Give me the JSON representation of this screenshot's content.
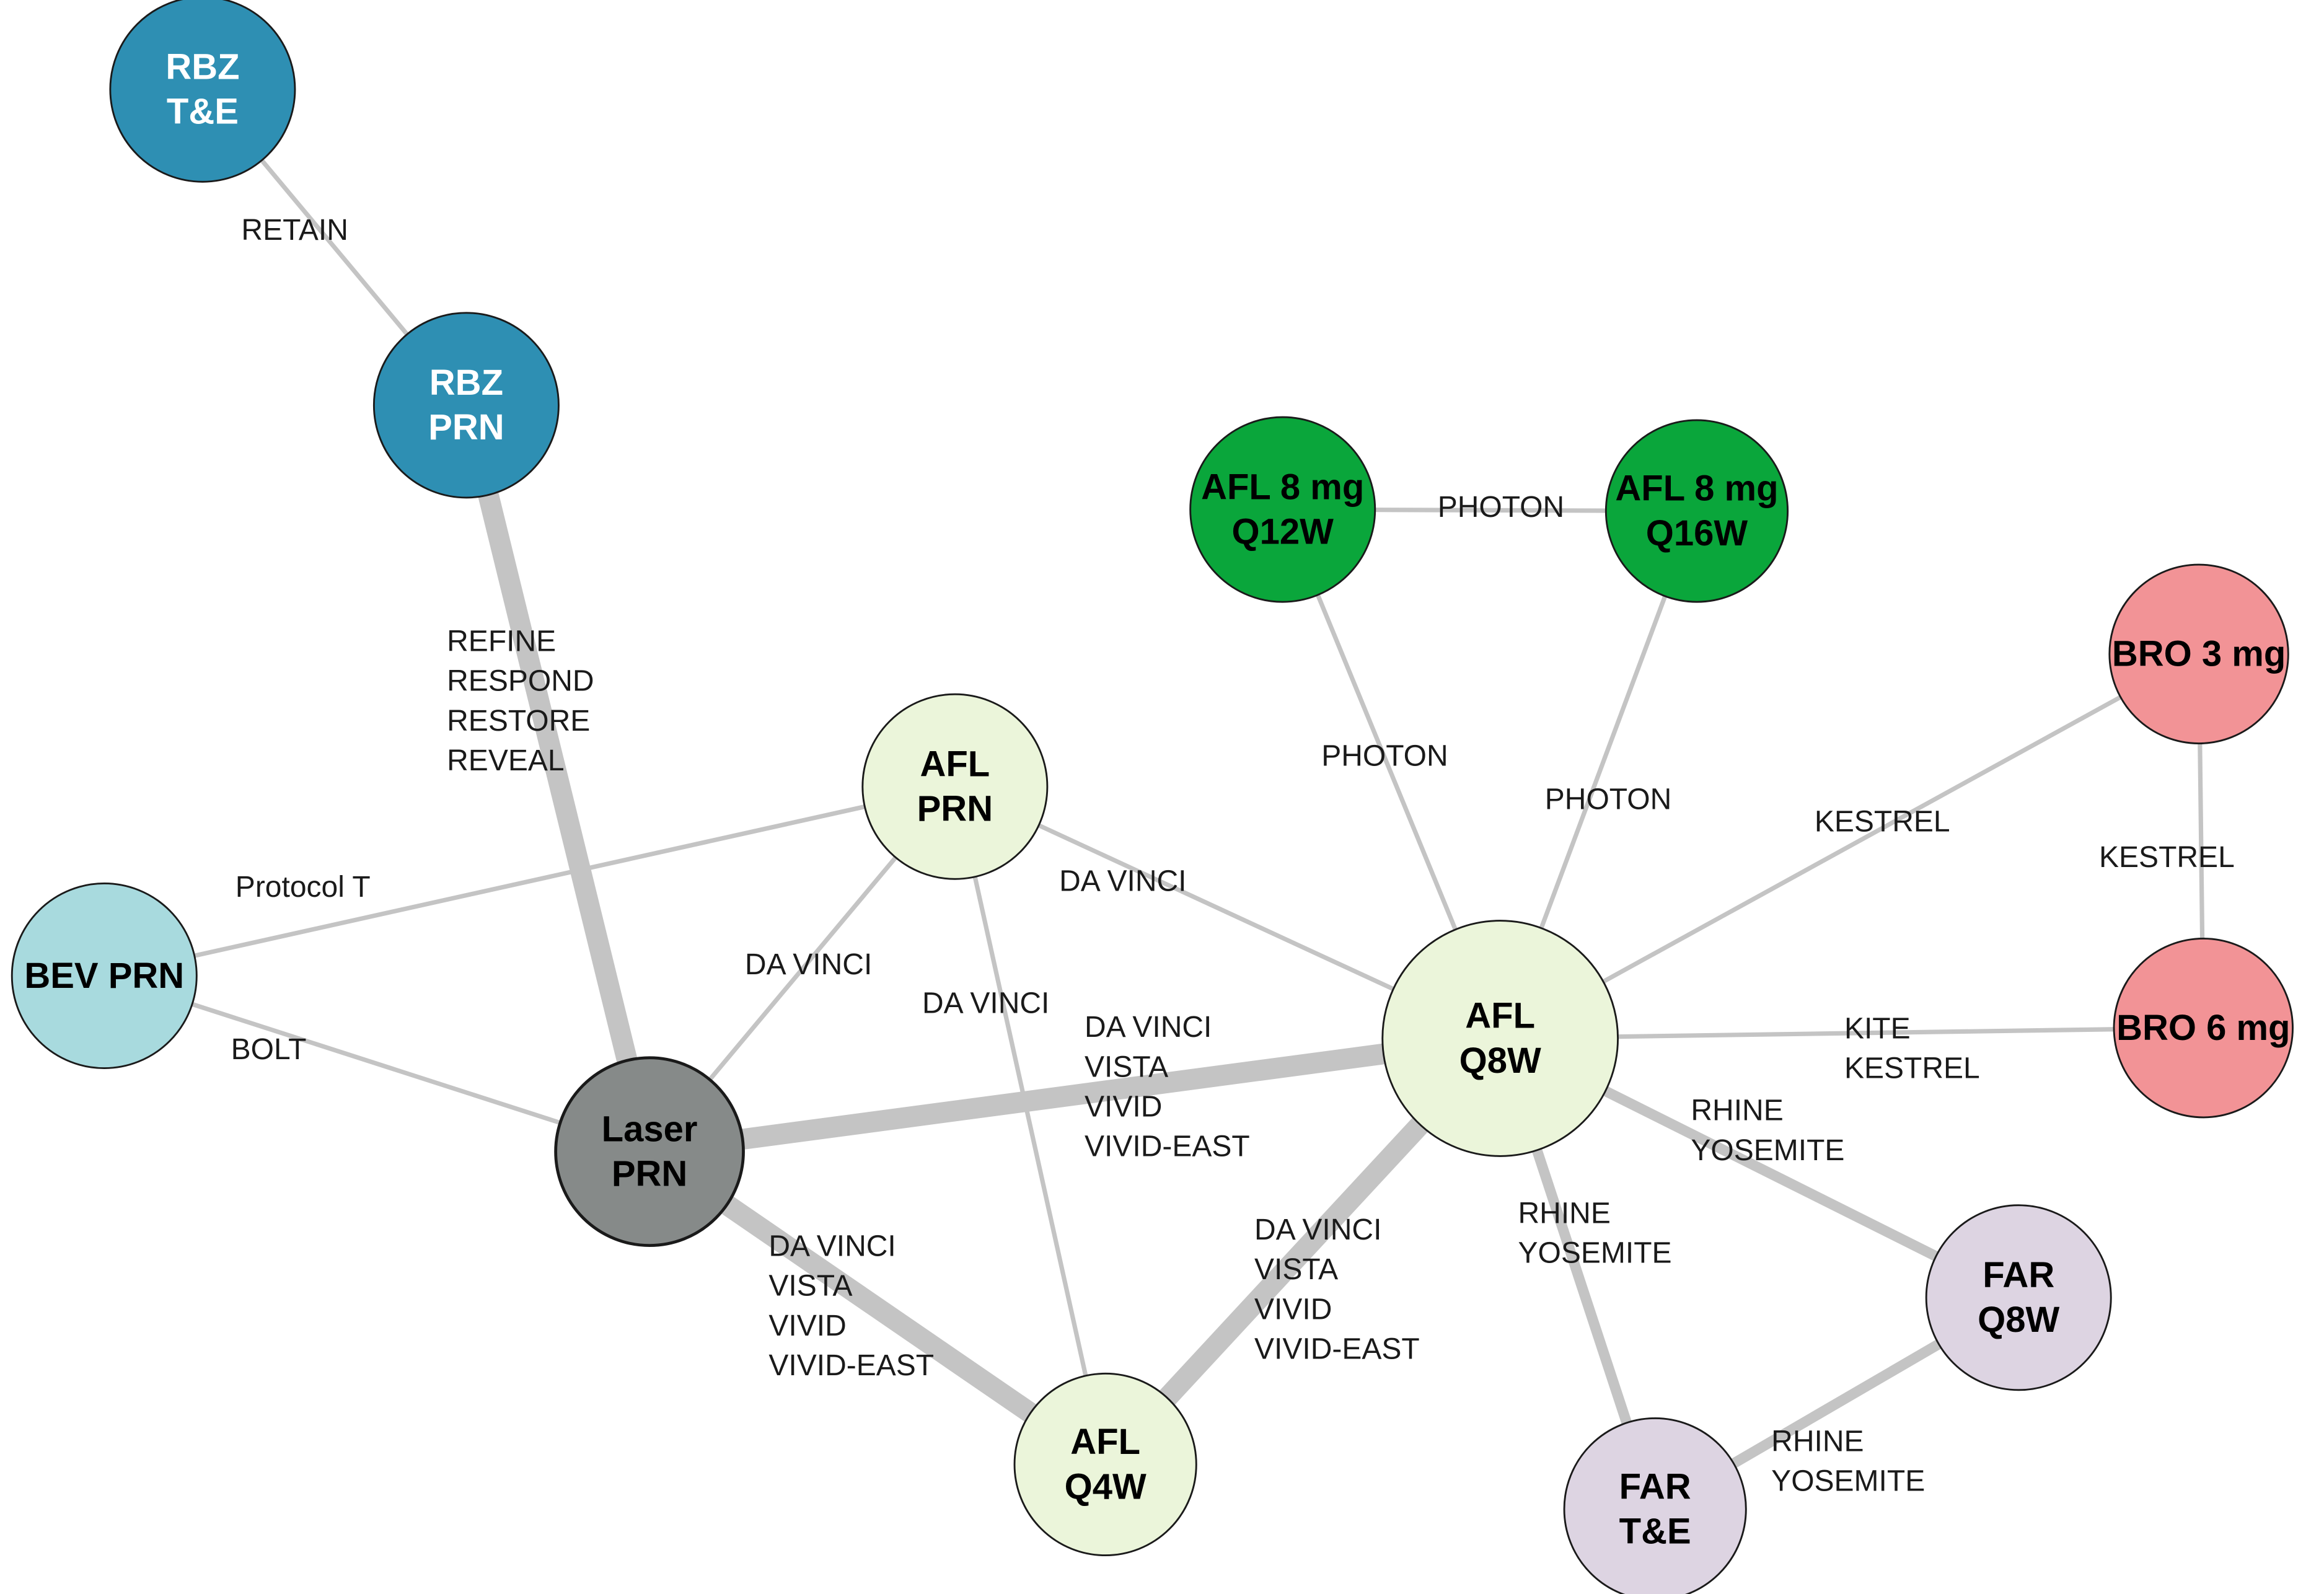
{
  "nodes": [
    {
      "id": "rbz-te",
      "lines": [
        "RBZ",
        "T&E"
      ],
      "fill": "#2e8fb3",
      "text": "#ffffff"
    },
    {
      "id": "rbz-prn",
      "lines": [
        "RBZ",
        "PRN"
      ],
      "fill": "#2e8fb3",
      "text": "#ffffff"
    },
    {
      "id": "bev-prn",
      "lines": [
        "BEV PRN"
      ],
      "fill": "#a8dade",
      "text": "#000000"
    },
    {
      "id": "laser-prn",
      "lines": [
        "Laser",
        "PRN"
      ],
      "fill": "#868a89",
      "text": "#000000"
    },
    {
      "id": "afl-prn",
      "lines": [
        "AFL",
        "PRN"
      ],
      "fill": "#ebf5da",
      "text": "#000000"
    },
    {
      "id": "afl-q4w",
      "lines": [
        "AFL",
        "Q4W"
      ],
      "fill": "#ebf5da",
      "text": "#000000"
    },
    {
      "id": "afl-q8w",
      "lines": [
        "AFL",
        "Q8W"
      ],
      "fill": "#ebf5da",
      "text": "#000000"
    },
    {
      "id": "afl8-q12w",
      "lines": [
        "AFL 8 mg",
        "Q12W"
      ],
      "fill": "#0aa63b",
      "text": "#000000"
    },
    {
      "id": "afl8-q16w",
      "lines": [
        "AFL 8 mg",
        "Q16W"
      ],
      "fill": "#0aa63b",
      "text": "#000000"
    },
    {
      "id": "bro-3mg",
      "lines": [
        "BRO 3 mg"
      ],
      "fill": "#f29396",
      "text": "#000000"
    },
    {
      "id": "bro-6mg",
      "lines": [
        "BRO 6 mg"
      ],
      "fill": "#f29396",
      "text": "#000000"
    },
    {
      "id": "far-q8w",
      "lines": [
        "FAR",
        "Q8W"
      ],
      "fill": "#ddd4e2",
      "text": "#000000"
    },
    {
      "id": "far-te",
      "lines": [
        "FAR",
        "T&E"
      ],
      "fill": "#ddd4e2",
      "text": "#000000"
    }
  ],
  "edges": [
    {
      "from": "rbz-te",
      "to": "rbz-prn",
      "trials": [
        "RETAIN"
      ]
    },
    {
      "from": "rbz-prn",
      "to": "laser-prn",
      "trials": [
        "REFINE",
        "RESPOND",
        "RESTORE",
        "REVEAL"
      ]
    },
    {
      "from": "bev-prn",
      "to": "afl-prn",
      "trials": [
        "Protocol T"
      ]
    },
    {
      "from": "bev-prn",
      "to": "laser-prn",
      "trials": [
        "BOLT"
      ]
    },
    {
      "from": "afl-prn",
      "to": "laser-prn",
      "trials": [
        "DA VINCI"
      ]
    },
    {
      "from": "afl-prn",
      "to": "afl-q4w",
      "trials": [
        "DA VINCI"
      ]
    },
    {
      "from": "afl-prn",
      "to": "afl-q8w",
      "trials": [
        "DA VINCI"
      ]
    },
    {
      "from": "laser-prn",
      "to": "afl-q8w",
      "trials": [
        "DA VINCI",
        "VISTA",
        "VIVID",
        "VIVID-EAST"
      ]
    },
    {
      "from": "laser-prn",
      "to": "afl-q4w",
      "trials": [
        "DA VINCI",
        "VISTA",
        "VIVID",
        "VIVID-EAST"
      ]
    },
    {
      "from": "afl-q4w",
      "to": "afl-q8w",
      "trials": [
        "DA VINCI",
        "VISTA",
        "VIVID",
        "VIVID-EAST"
      ]
    },
    {
      "from": "afl8-q12w",
      "to": "afl8-q16w",
      "trials": [
        "PHOTON"
      ]
    },
    {
      "from": "afl8-q12w",
      "to": "afl-q8w",
      "trials": [
        "PHOTON"
      ]
    },
    {
      "from": "afl8-q16w",
      "to": "afl-q8w",
      "trials": [
        "PHOTON"
      ]
    },
    {
      "from": "bro-3mg",
      "to": "afl-q8w",
      "trials": [
        "KESTREL"
      ]
    },
    {
      "from": "bro-3mg",
      "to": "bro-6mg",
      "trials": [
        "KESTREL"
      ]
    },
    {
      "from": "afl-q8w",
      "to": "bro-6mg",
      "trials": [
        "KITE",
        "KESTREL"
      ]
    },
    {
      "from": "afl-q8w",
      "to": "far-q8w",
      "trials": [
        "RHINE",
        "YOSEMITE"
      ]
    },
    {
      "from": "afl-q8w",
      "to": "far-te",
      "trials": [
        "RHINE",
        "YOSEMITE"
      ]
    },
    {
      "from": "far-q8w",
      "to": "far-te",
      "trials": [
        "RHINE",
        "YOSEMITE"
      ]
    }
  ],
  "colors": {
    "edge": "#c4c4c4",
    "node_stroke": "#1a1a1a"
  }
}
